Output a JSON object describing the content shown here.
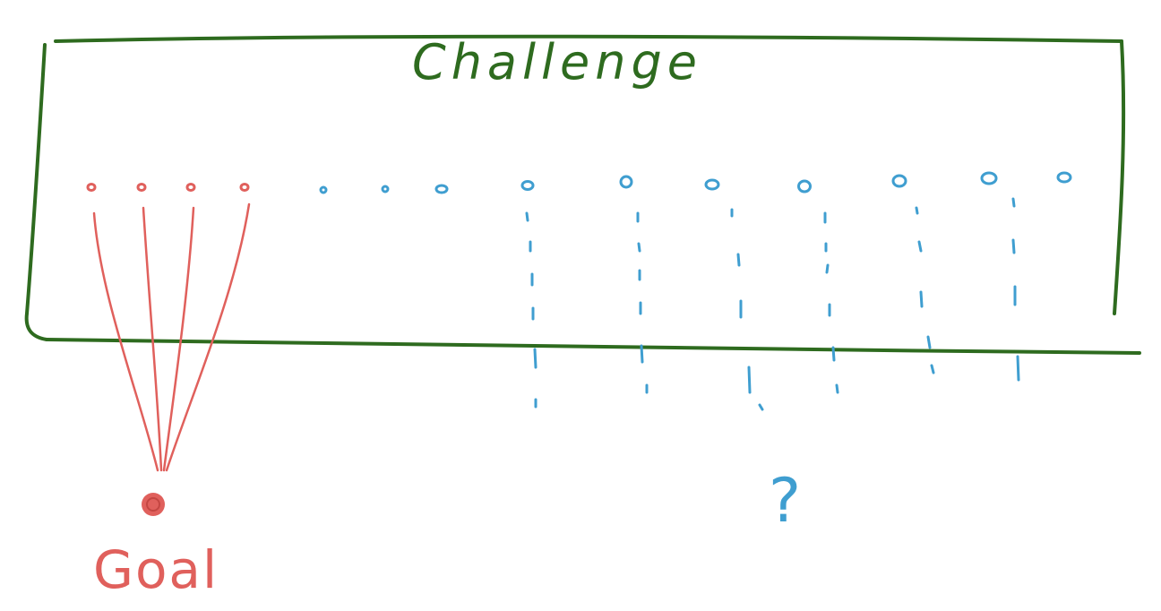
{
  "diagram": {
    "title": "Challenge",
    "goal_label": "Goal",
    "unknown_label": "?"
  },
  "colors": {
    "frame": "#2e6b1f",
    "goal": "#e0605c",
    "pending": "#3f9ed0"
  },
  "dots": {
    "goal_linked_count": 4,
    "open_count": 10,
    "open_with_trails": 6
  }
}
